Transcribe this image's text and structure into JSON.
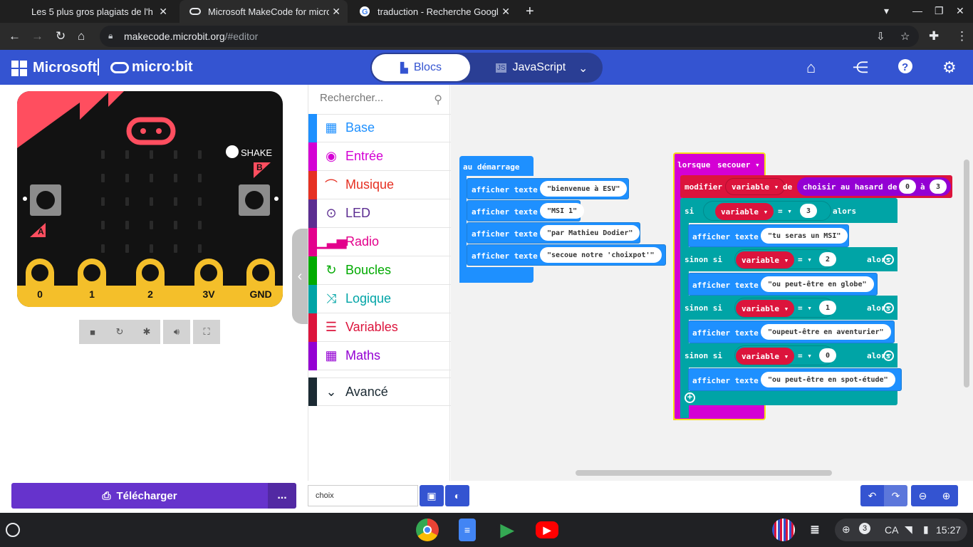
{
  "browser": {
    "tabs": [
      {
        "title": "Les 5 plus gros plagiats de l'histoire",
        "active": false
      },
      {
        "title": "Microsoft MakeCode for micro:bit",
        "active": true
      },
      {
        "title": "traduction - Recherche Google",
        "active": false
      }
    ],
    "url_host": "makecode.microbit.org",
    "url_path": "/#editor"
  },
  "header": {
    "brand": "Microsoft",
    "product": "micro:bit",
    "tab_blocks": "Blocs",
    "tab_js": "JavaScript"
  },
  "simulator": {
    "shake_label": "SHAKE",
    "button_a": "A",
    "button_b": "B",
    "pins": [
      "0",
      "1",
      "2",
      "3V",
      "GND"
    ]
  },
  "toolbox": {
    "search_placeholder": "Rechercher...",
    "categories": [
      {
        "label": "Base",
        "color": "#1e90ff",
        "icon": "grid-icon"
      },
      {
        "label": "Entrée",
        "color": "#d400d4",
        "icon": "circle-dot-icon"
      },
      {
        "label": "Musique",
        "color": "#e63022",
        "icon": "headphones-icon"
      },
      {
        "label": "LED",
        "color": "#5c2d91",
        "icon": "toggle-icon"
      },
      {
        "label": "Radio",
        "color": "#e3008c",
        "icon": "signal-bars-icon"
      },
      {
        "label": "Boucles",
        "color": "#00aa00",
        "icon": "refresh-icon"
      },
      {
        "label": "Logique",
        "color": "#00a4a6",
        "icon": "shuffle-icon"
      },
      {
        "label": "Variables",
        "color": "#dc143c",
        "icon": "list-icon"
      },
      {
        "label": "Maths",
        "color": "#9400d3",
        "icon": "calculator-icon"
      }
    ],
    "advanced": "Avancé"
  },
  "workspace": {
    "on_start": {
      "label": "au démarrage",
      "statements": [
        {
          "cmd": "afficher  texte",
          "text": "bienvenue à ESV"
        },
        {
          "cmd": "afficher  texte",
          "text": "MSI 1"
        },
        {
          "cmd": "afficher  texte",
          "text": "par Mathieu Dodier"
        },
        {
          "cmd": "afficher  texte",
          "text": "secoue notre 'choixpot'"
        }
      ]
    },
    "on_gesture": {
      "label": "lorsque",
      "gesture": "secouer",
      "set_label": "modifier",
      "set_var": "variable",
      "set_de": "de",
      "random_label": "choisir au hasard de",
      "random_from": "0",
      "random_a": "à",
      "random_to": "3",
      "if_label": "si",
      "elseif_label": "sinon si",
      "then_label": "alors",
      "eq": "=",
      "var_name": "variable",
      "show_cmd": "afficher  texte",
      "branches": [
        {
          "value": "3",
          "text": "tu seras un MSI"
        },
        {
          "value": "2",
          "text": "ou peut-être en globe"
        },
        {
          "value": "1",
          "text": "oupeut-être en aventurier"
        },
        {
          "value": "0",
          "text": "ou peut-être en spot-étude"
        }
      ]
    }
  },
  "bottom": {
    "download_label": "Télécharger",
    "more_label": "...",
    "project_name": "choix"
  },
  "shelf": {
    "status_count": "3",
    "lang": "CA",
    "time": "15:27"
  },
  "colors": {
    "header_blue": "#3454d1",
    "logic_teal": "#00a4a6",
    "variables_red": "#dc143c",
    "input_magenta": "#d400d4",
    "basic_blue": "#1e90ff",
    "math_purple": "#9400d3",
    "download_purple": "#6633cc"
  }
}
